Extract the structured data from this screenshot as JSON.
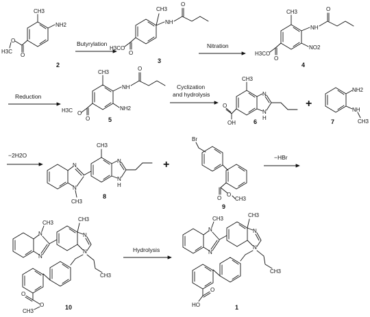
{
  "scheme": {
    "steps": [
      {
        "label": "Butyrylation"
      },
      {
        "label": "Nitration"
      },
      {
        "label": "Reduction"
      },
      {
        "label_line1": "Cyclization",
        "label_line2": "and hydrolysis"
      },
      {
        "label": "−2H2O"
      },
      {
        "label": "−HBr"
      },
      {
        "label": "Hydrolysis"
      }
    ],
    "plus_sign": "+",
    "compounds": {
      "c2": {
        "number": "2",
        "amine": "NH2",
        "methyl": "CH3",
        "ester": "H3C"
      },
      "c3": {
        "number": "3",
        "amide_nh": "NH",
        "methyl": "CH3",
        "ester": "H3C"
      },
      "c4": {
        "number": "4",
        "amide_nh": "NH",
        "methyl": "CH3",
        "nitro": "NO2",
        "ester": "H3C"
      },
      "c5": {
        "number": "5",
        "amide_nh": "NH",
        "amine": "NH2",
        "methyl": "CH3",
        "ester": "H3C"
      },
      "c6": {
        "number": "6",
        "n": "N",
        "nh": "N",
        "h": "H",
        "methyl": "CH3",
        "acid": "OH"
      },
      "c7": {
        "number": "7",
        "amine": "NH2",
        "nh": "NH",
        "methyl": "CH3"
      },
      "c8": {
        "number": "8",
        "n": "N",
        "nh": "N",
        "h": "H",
        "methyl": "CH3",
        "n_me": "N",
        "n_me_methyl": "CH3",
        "n2": "N"
      },
      "c9": {
        "number": "9",
        "br": "Br",
        "methyl": "CH3"
      },
      "c10": {
        "number": "10",
        "n_methyl": "CH3",
        "methyl": "CH3",
        "propyl": "CH3",
        "ester_methyl": "CH3",
        "n": "N"
      },
      "c1": {
        "number": "1",
        "n_methyl": "CH3",
        "methyl": "CH3",
        "propyl": "CH3",
        "acid": "HO",
        "n": "N"
      }
    }
  }
}
